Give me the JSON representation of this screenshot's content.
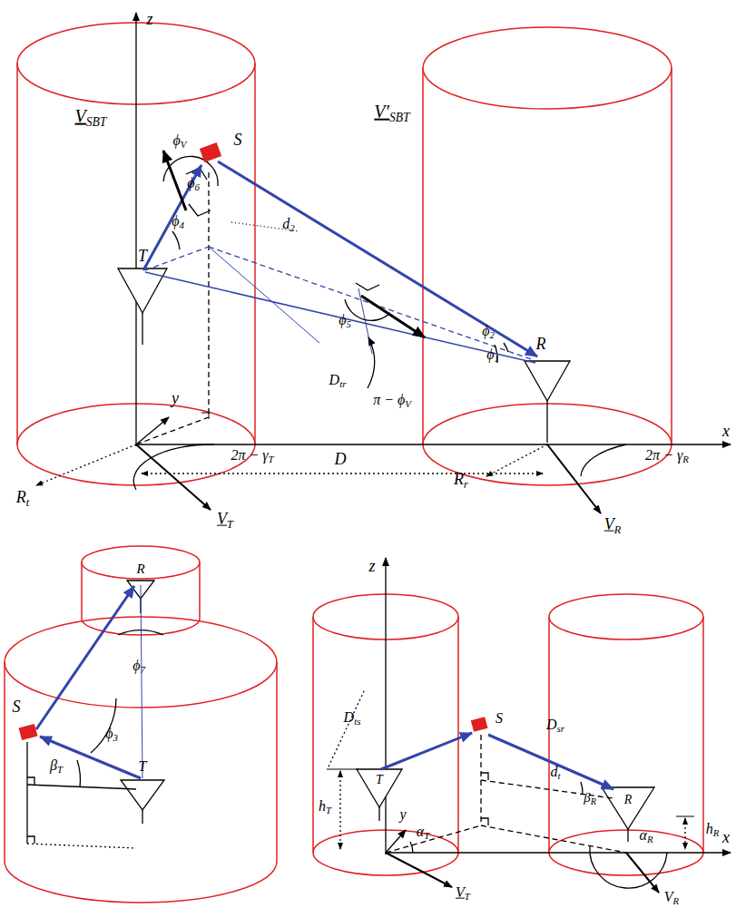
{
  "diagram": {
    "labels": [
      "z",
      "VSBT",
      "S",
      "ϕV",
      "ϕ6",
      "T",
      "ϕ4",
      "d2",
      "ϕ5",
      "V′SBT",
      "ϕ2",
      "ϕ1",
      "R",
      "Dtr",
      "π − ϕV",
      "y",
      "x",
      "2π − γT",
      "2π − γR",
      "Rt",
      "Rr",
      "D",
      "VT",
      "VR",
      "R",
      "ϕ7",
      "S",
      "ϕ3",
      "βT",
      "T",
      "z",
      "y",
      "x",
      "Dts",
      "S",
      "Dsr",
      "hT",
      "dt",
      "βR",
      "R",
      "T",
      "αT",
      "αR",
      "hR",
      "VT",
      "VR"
    ]
  }
}
